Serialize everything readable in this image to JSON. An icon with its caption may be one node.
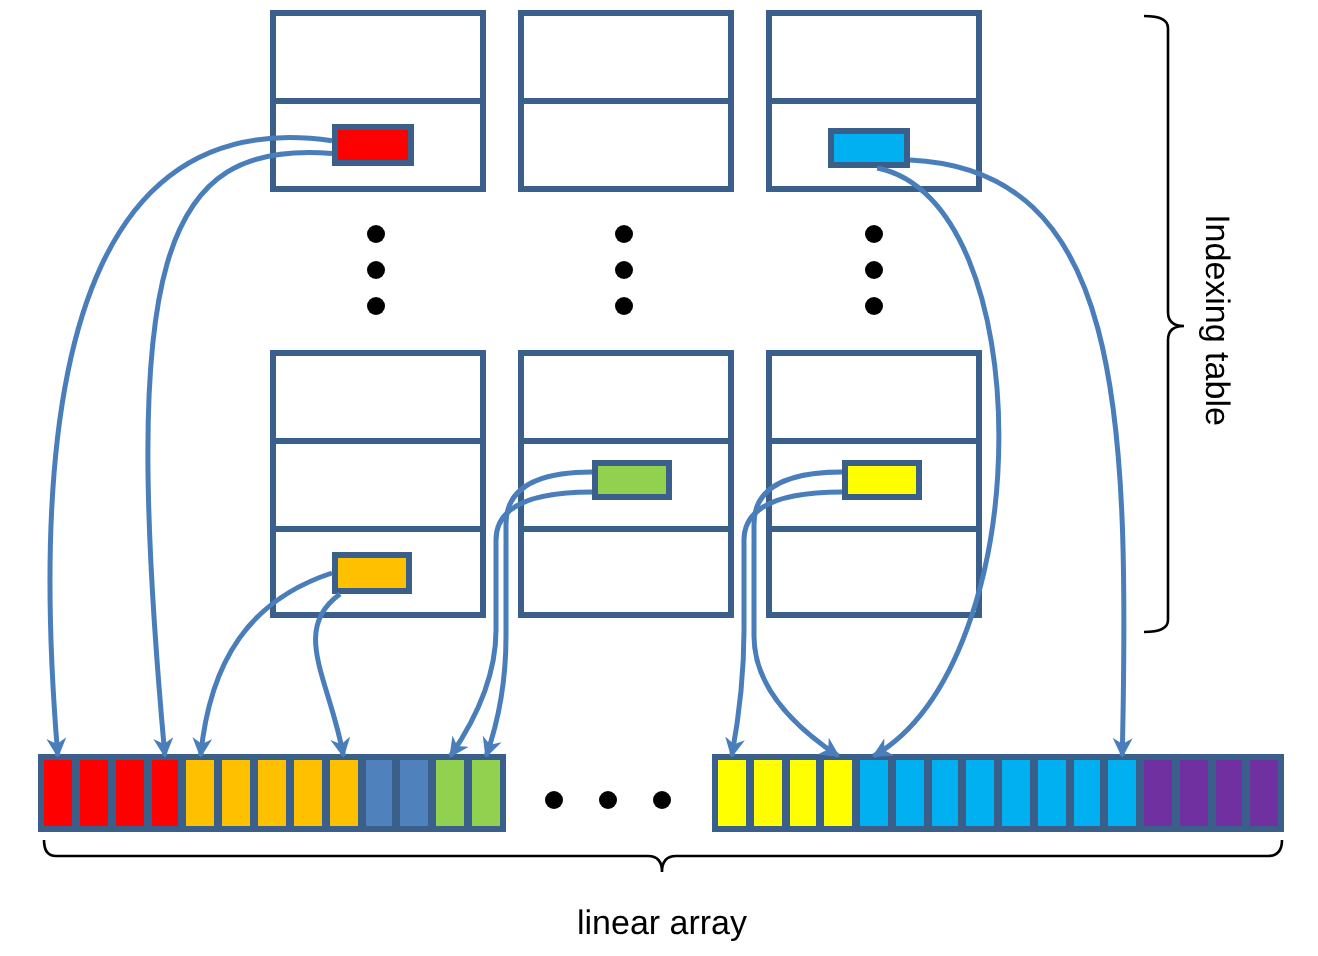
{
  "diagram": {
    "nodes": [
      {
        "text": [],
        "shape": "box"
      },
      {
        "text": [],
        "shape": "box"
      },
      {
        "text": [],
        "shape": "box"
      },
      {
        "text": [],
        "shape": "box"
      },
      {
        "text": [],
        "shape": "box"
      },
      {
        "text": [],
        "shape": "box"
      },
      {
        "text": [],
        "shape": "box"
      },
      {
        "text": [],
        "shape": "box"
      },
      {
        "text": [],
        "shape": "box"
      },
      {
        "text": [],
        "shape": "box"
      },
      {
        "text": [],
        "shape": "box"
      },
      {
        "text": [],
        "shape": "box"
      },
      {
        "text": [],
        "shape": "box"
      },
      {
        "text": [],
        "shape": "box"
      },
      {
        "text": [],
        "shape": "box"
      },
      {
        "text": [],
        "shape": "box",
        "in": 3
      },
      {
        "text": [],
        "shape": "box",
        "in": 5
      },
      {
        "text": [],
        "shape": "box",
        "in": 10
      },
      {
        "text": [],
        "shape": "box",
        "in": 11
      },
      {
        "text": [],
        "shape": "box",
        "in": 12
      },
      {
        "text": [],
        "shape": "bar"
      },
      {
        "text": [],
        "shape": "bar"
      },
      {
        "text": [],
        "shape": "box",
        "in": 20
      },
      {
        "text": [],
        "shape": "box",
        "in": 20
      },
      {
        "text": [],
        "shape": "box",
        "in": 20
      },
      {
        "text": [],
        "shape": "box",
        "in": 20
      },
      {
        "text": [],
        "shape": "box",
        "in": 20
      },
      {
        "text": [],
        "shape": "box",
        "in": 20
      },
      {
        "text": [],
        "shape": "box",
        "in": 20
      },
      {
        "text": [],
        "shape": "box",
        "in": 20
      },
      {
        "text": [],
        "shape": "box",
        "in": 20
      },
      {
        "text": [],
        "shape": "box",
        "in": 20
      },
      {
        "text": [],
        "shape": "box",
        "in": 20
      },
      {
        "text": [],
        "shape": "box",
        "in": 20
      },
      {
        "text": [],
        "shape": "box",
        "in": 20
      },
      {
        "text": [],
        "shape": "box",
        "in": 21
      },
      {
        "text": [],
        "shape": "box",
        "in": 21
      },
      {
        "text": [],
        "shape": "box",
        "in": 21
      },
      {
        "text": [],
        "shape": "box",
        "in": 21
      },
      {
        "text": [],
        "shape": "box",
        "in": 21
      },
      {
        "text": [],
        "shape": "box",
        "in": 21
      },
      {
        "text": [],
        "shape": "box",
        "in": 21
      },
      {
        "text": [],
        "shape": "box",
        "in": 21
      },
      {
        "text": [],
        "shape": "box",
        "in": 21
      },
      {
        "text": [],
        "shape": "box",
        "in": 21
      },
      {
        "text": [],
        "shape": "box",
        "in": 21
      },
      {
        "text": [],
        "shape": "box",
        "in": 21
      },
      {
        "text": [],
        "shape": "box",
        "in": 21
      },
      {
        "text": [],
        "shape": "box",
        "in": 21
      },
      {
        "text": [],
        "shape": "box",
        "in": 21
      },
      {
        "text": [],
        "shape": "box",
        "in": 21
      }
    ],
    "edges": [
      {
        "from": 15,
        "to": 22,
        "arrow": "to"
      },
      {
        "from": 15,
        "to": 25,
        "arrow": "to"
      },
      {
        "from": 16,
        "to": 39,
        "arrow": "to"
      },
      {
        "from": 16,
        "to": 46,
        "arrow": "to"
      },
      {
        "from": 17,
        "to": 33,
        "arrow": "to"
      },
      {
        "from": 17,
        "to": 34,
        "arrow": "to"
      },
      {
        "from": 18,
        "to": 35,
        "arrow": "to"
      },
      {
        "from": 18,
        "to": 38,
        "arrow": "to"
      },
      {
        "from": 19,
        "to": 26,
        "arrow": "to"
      },
      {
        "from": 19,
        "to": 30,
        "arrow": "to"
      }
    ],
    "labels": [
      "Indexing table",
      "linear array"
    ]
  }
}
